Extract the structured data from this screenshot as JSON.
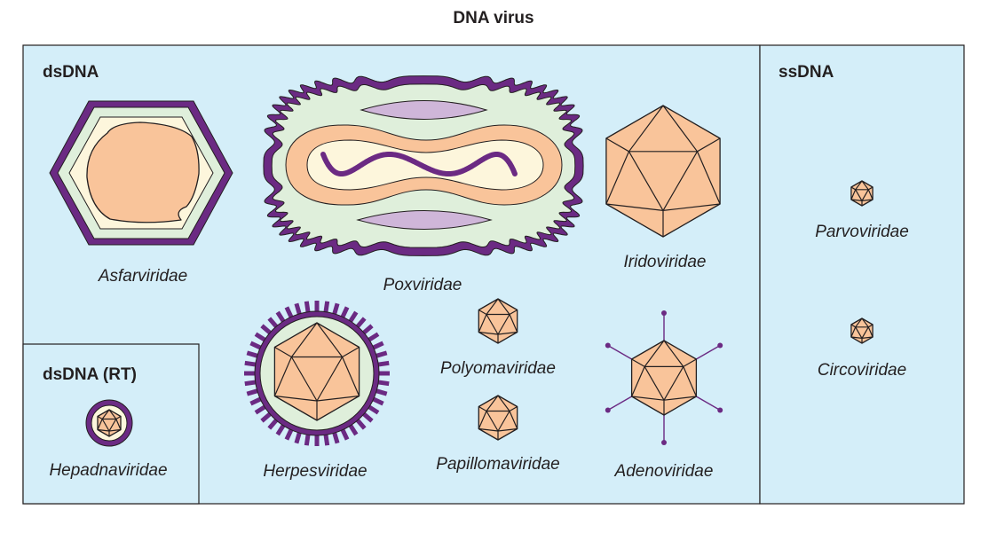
{
  "title": "DNA virus",
  "groups": {
    "dsdna": "dsDNA",
    "dsdna_rt": "dsDNA (RT)",
    "ssdna": "ssDNA"
  },
  "viruses": {
    "asfarviridae": "Asfarviridae",
    "poxviridae": "Poxviridae",
    "iridoviridae": "Iridoviridae",
    "hepadnaviridae": "Hepadnaviridae",
    "herpesviridae": "Herpesviridae",
    "polyomaviridae": "Polyomaviridae",
    "papillomaviridae": "Papillomaviridae",
    "adenoviridae": "Adenoviridae",
    "parvoviridae": "Parvoviridae",
    "circoviridae": "Circoviridae"
  },
  "colors": {
    "panel": "#d4eef9",
    "capsid": "#f9c49a",
    "envelope": "#6b2a83",
    "lateral_body": "#cfb6d9",
    "inner_layer": "#fdf6dc",
    "matrix": "#dfefdb"
  }
}
